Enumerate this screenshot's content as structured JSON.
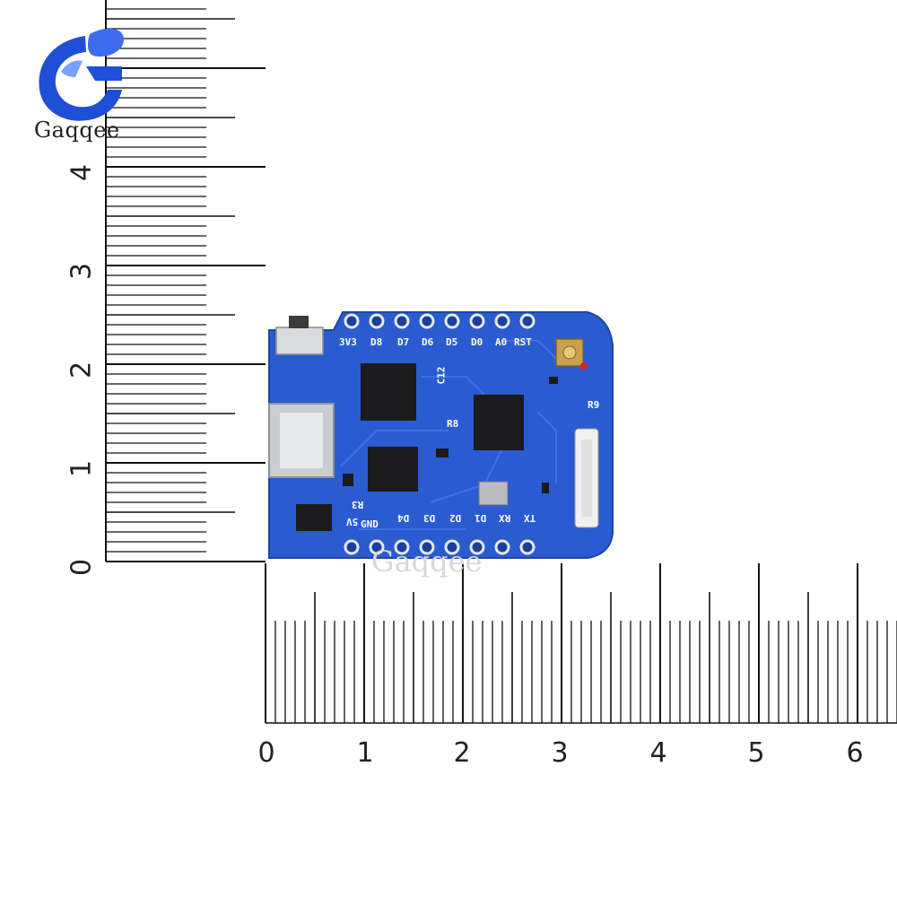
{
  "brand": {
    "name": "Gaqqee",
    "watermark": "Gaqqee",
    "colors": {
      "primary": "#1f4fd6",
      "accent": "#4a78ff"
    }
  },
  "ruler_vertical": {
    "labels": [
      "0",
      "1",
      "2",
      "3",
      "4"
    ]
  },
  "ruler_horizontal": {
    "labels": [
      "0",
      "1",
      "2",
      "3",
      "4",
      "5",
      "6"
    ]
  },
  "board": {
    "color": "#2a5bd0",
    "pins_top": [
      "3V3",
      "D8",
      "D7",
      "D6",
      "D5",
      "D0",
      "A0",
      "RST"
    ],
    "pins_bottom": [
      "5V",
      "GND",
      "D4",
      "D3",
      "D2",
      "D1",
      "RX",
      "TX"
    ],
    "component_labels": [
      "C12",
      "R8",
      "R9",
      "R3"
    ]
  }
}
